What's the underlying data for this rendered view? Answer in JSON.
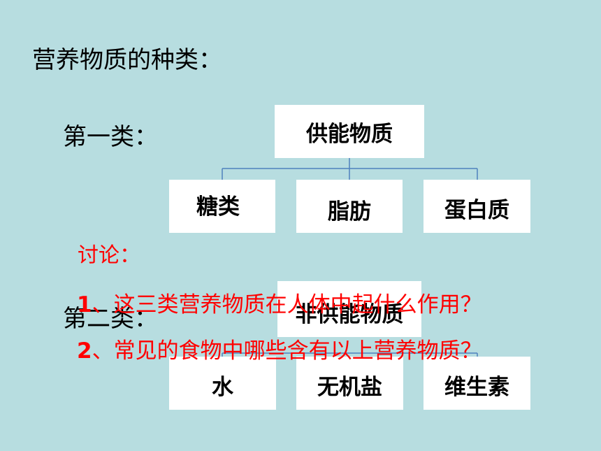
{
  "title": "营养物质的种类：",
  "category1": {
    "label": "第一类：",
    "root": "供能物质",
    "children": [
      "糖类",
      "脂肪",
      "蛋白质"
    ]
  },
  "category2": {
    "label": "第二类：",
    "root": "非供能物质",
    "children": [
      "水",
      "无机盐",
      "维生素"
    ]
  },
  "discussion": {
    "heading": "讨论：",
    "q1_num": "1",
    "q1_text": "、这三类营养物质在人体中起什么作用？",
    "q2_num": "2",
    "q2_text": "、常见的食物中哪些含有以上营养物质？"
  },
  "colors": {
    "background": "#b7dde0",
    "box": "#ffffff",
    "connector": "#4f81bd",
    "discussion": "#ff0000"
  }
}
